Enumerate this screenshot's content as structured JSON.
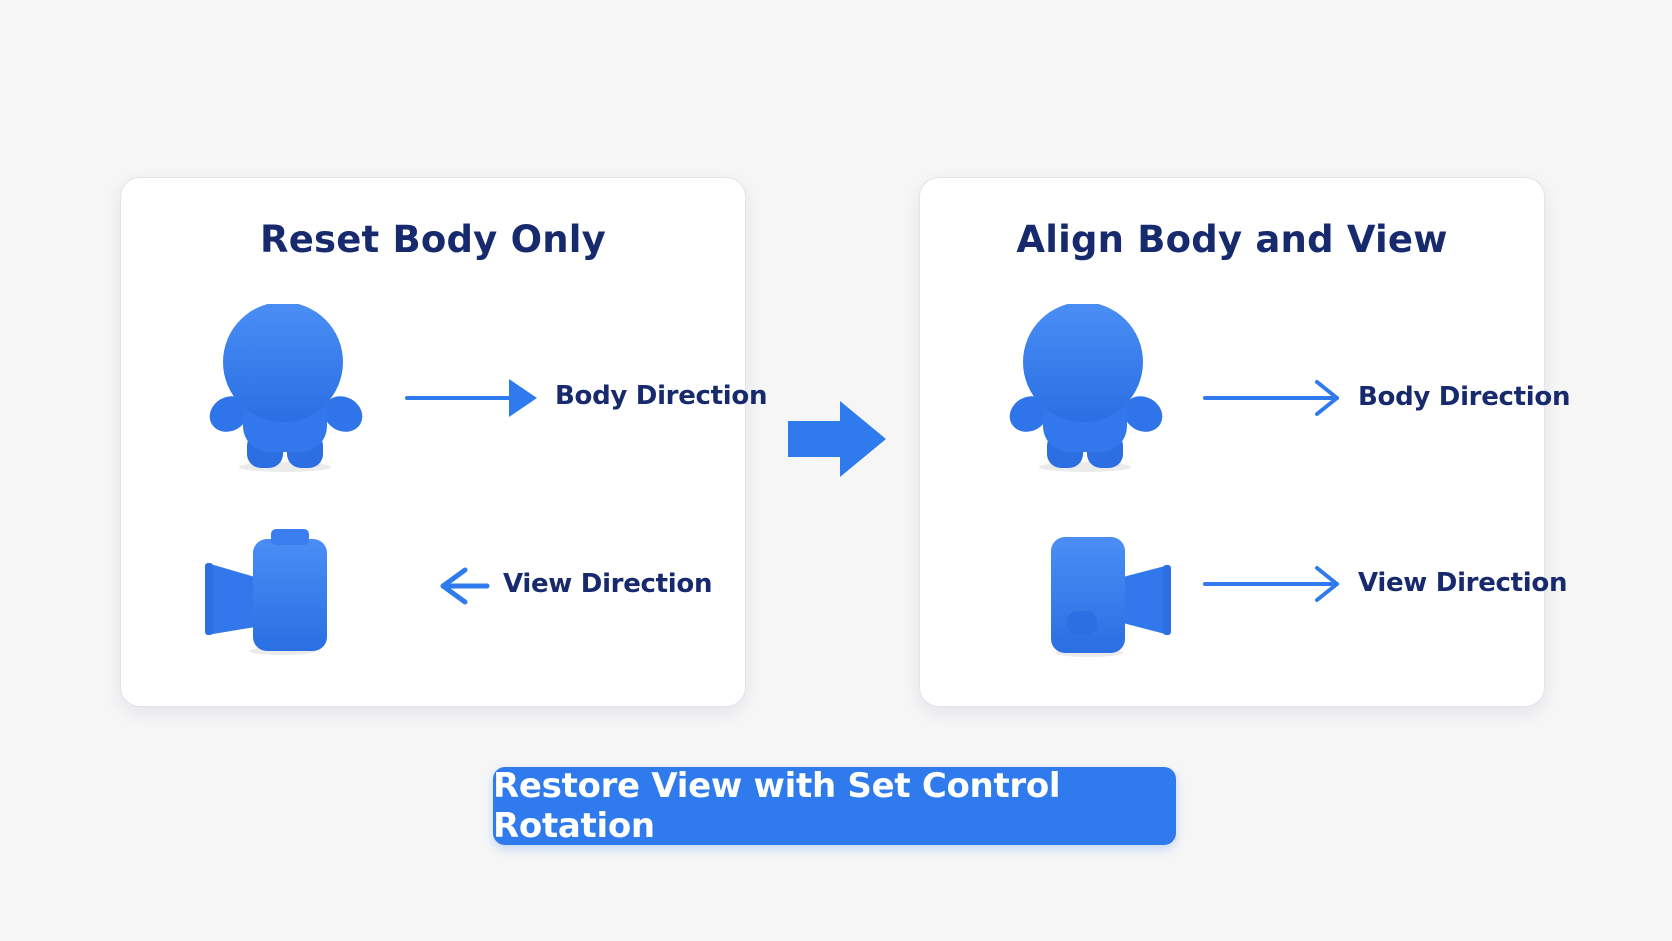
{
  "left_panel": {
    "title": "Reset Body Only",
    "body_label": "Body Direction",
    "view_label": "View Direction"
  },
  "right_panel": {
    "title": "Align Body and View",
    "body_label": "Body Direction",
    "view_label": "View Direction"
  },
  "button": {
    "label": "Restore View with Set Control Rotation"
  },
  "colors": {
    "figure_blue": "#3a7eef",
    "arrow_blue": "#2f7bed",
    "title_navy": "#172a6e",
    "button_blue": "#2f7bed"
  },
  "icons": {
    "character": "character-figure-icon",
    "camera": "camera-icon",
    "transition": "right-arrow-icon"
  }
}
